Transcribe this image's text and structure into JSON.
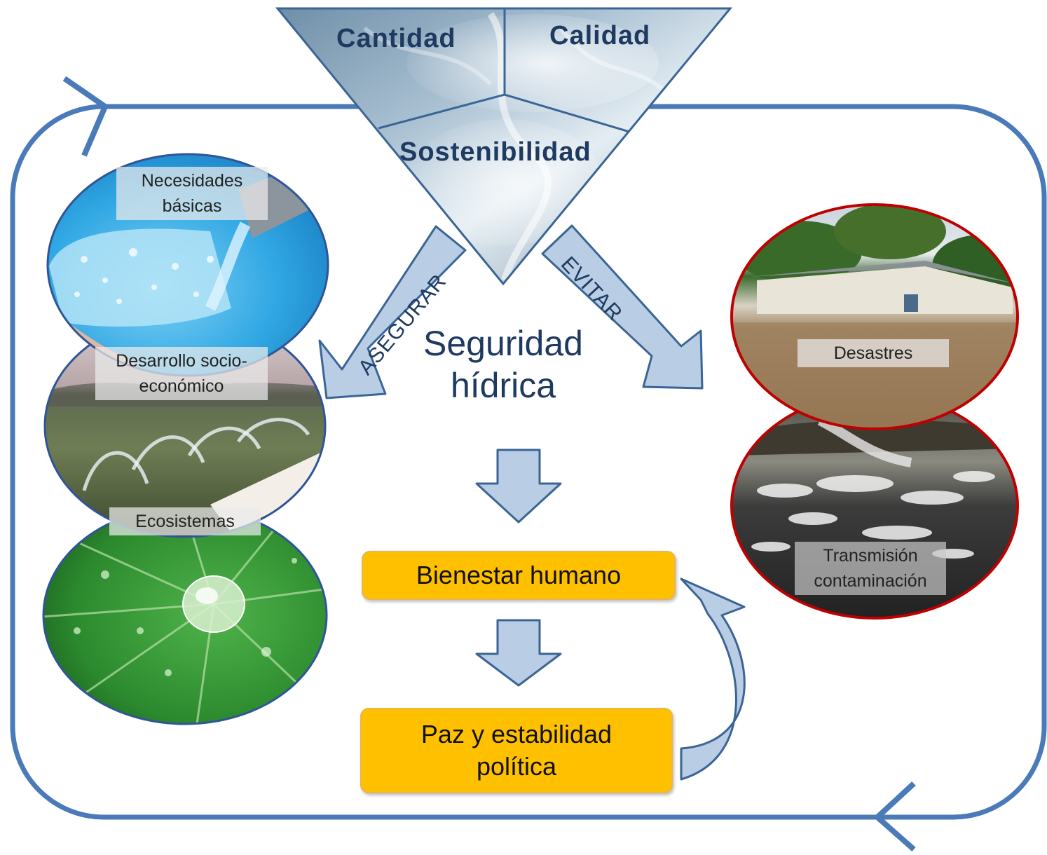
{
  "triangle": {
    "top_left": "Cantidad",
    "top_right": "Calidad",
    "bottom": "Sostenibilidad"
  },
  "center": {
    "line1": "Seguridad",
    "line2": "hídrica"
  },
  "arrows": {
    "left": "ASEGURAR",
    "right": "EVITAR"
  },
  "left_circles": [
    {
      "label": "Necesidades básicas"
    },
    {
      "label": "Desarrollo socio-económico"
    },
    {
      "label": "Ecosistemas"
    }
  ],
  "right_circles": [
    {
      "label": "Desastres"
    },
    {
      "label": "Transmisión contaminación"
    }
  ],
  "boxes": {
    "welfare": "Bienestar humano",
    "peace": "Paz y estabilidad política"
  },
  "colors": {
    "cycle_line": "#4a7ab8",
    "arrow_fill": "#b9cde4",
    "arrow_stroke": "#3a6596",
    "box_fill": "#ffc000",
    "title_text": "#1f3a60",
    "left_circle_border": "#2f5597",
    "right_circle_border": "#c00000"
  }
}
